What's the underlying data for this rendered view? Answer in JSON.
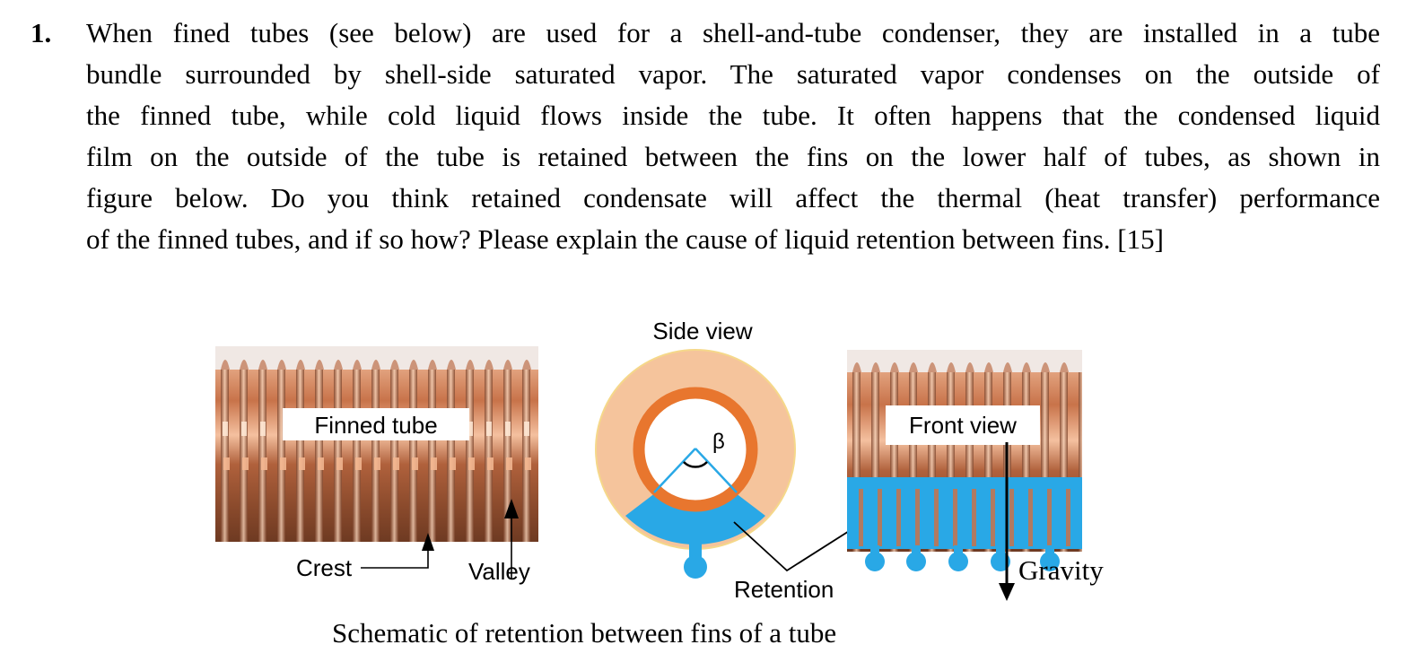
{
  "question": {
    "number": "1.",
    "lines": [
      "When fined tubes (see below) are used for a shell-and-tube condenser, they are installed in a tube",
      "bundle surrounded by shell-side saturated vapor. The saturated vapor condenses on the outside of",
      "the finned tube, while cold liquid flows inside the tube.  It often happens that the condensed liquid",
      "film on the outside of the tube is retained between the fins on the lower half of tubes, as shown in",
      "figure below. Do you think retained condensate will affect the thermal (heat transfer) performance",
      "of the finned tubes, and if so how? Please explain the cause of liquid retention between fins. [15]"
    ]
  },
  "figure": {
    "labels": {
      "finned_tube": "Finned tube",
      "crest": "Crest",
      "valley": "Valley",
      "side_view": "Side view",
      "beta": "β",
      "retention": "Retention",
      "front_view": "Front view",
      "gravity": "Gravity"
    },
    "colors": {
      "copper": "#c8734a",
      "copper_dark": "#7a4128",
      "copper_light": "#f1b48f",
      "fin_ring": "#f5c49c",
      "tube_wall": "#e8762e",
      "condensate": "#29a8e6",
      "beta_lines": "#29a8e6"
    }
  },
  "caption": "Schematic of retention between fins of a tube"
}
